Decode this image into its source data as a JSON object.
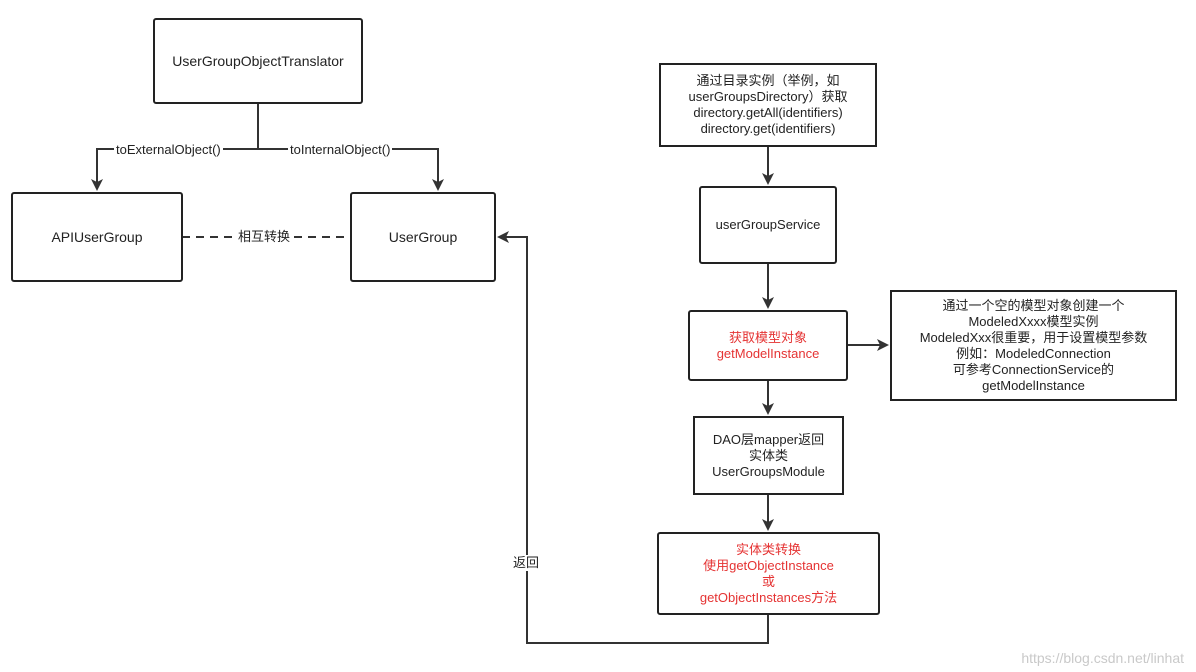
{
  "nodes": {
    "translator": "UserGroupObjectTranslator",
    "api_user_group": "APIUserGroup",
    "user_group": "UserGroup",
    "directory": "通过目录实例（举例，如\nuserGroupsDirectory）获取\ndirectory.getAll(identifiers)\ndirectory.get(identifiers)",
    "service": "userGroupService",
    "get_model": "获取模型对象\ngetModelInstance",
    "note": "通过一个空的模型对象创建一个\nModeledXxxx模型实例\nModeledXxx很重要，用于设置模型参数\n例如：ModeledConnection\n可参考ConnectionService的\ngetModelInstance",
    "dao": "DAO层mapper返回\n实体类\nUserGroupsModule",
    "convert": "实体类转换\n使用getObjectInstance\n或\ngetObjectInstances方法"
  },
  "edges": {
    "to_external": "toExternalObject()",
    "to_internal": "toInternalObject()",
    "mutual": "相互转换",
    "return": "返回"
  },
  "watermark": "https://blog.csdn.net/linhat",
  "colors": {
    "line": "#333333",
    "highlight_text": "#e53333"
  }
}
